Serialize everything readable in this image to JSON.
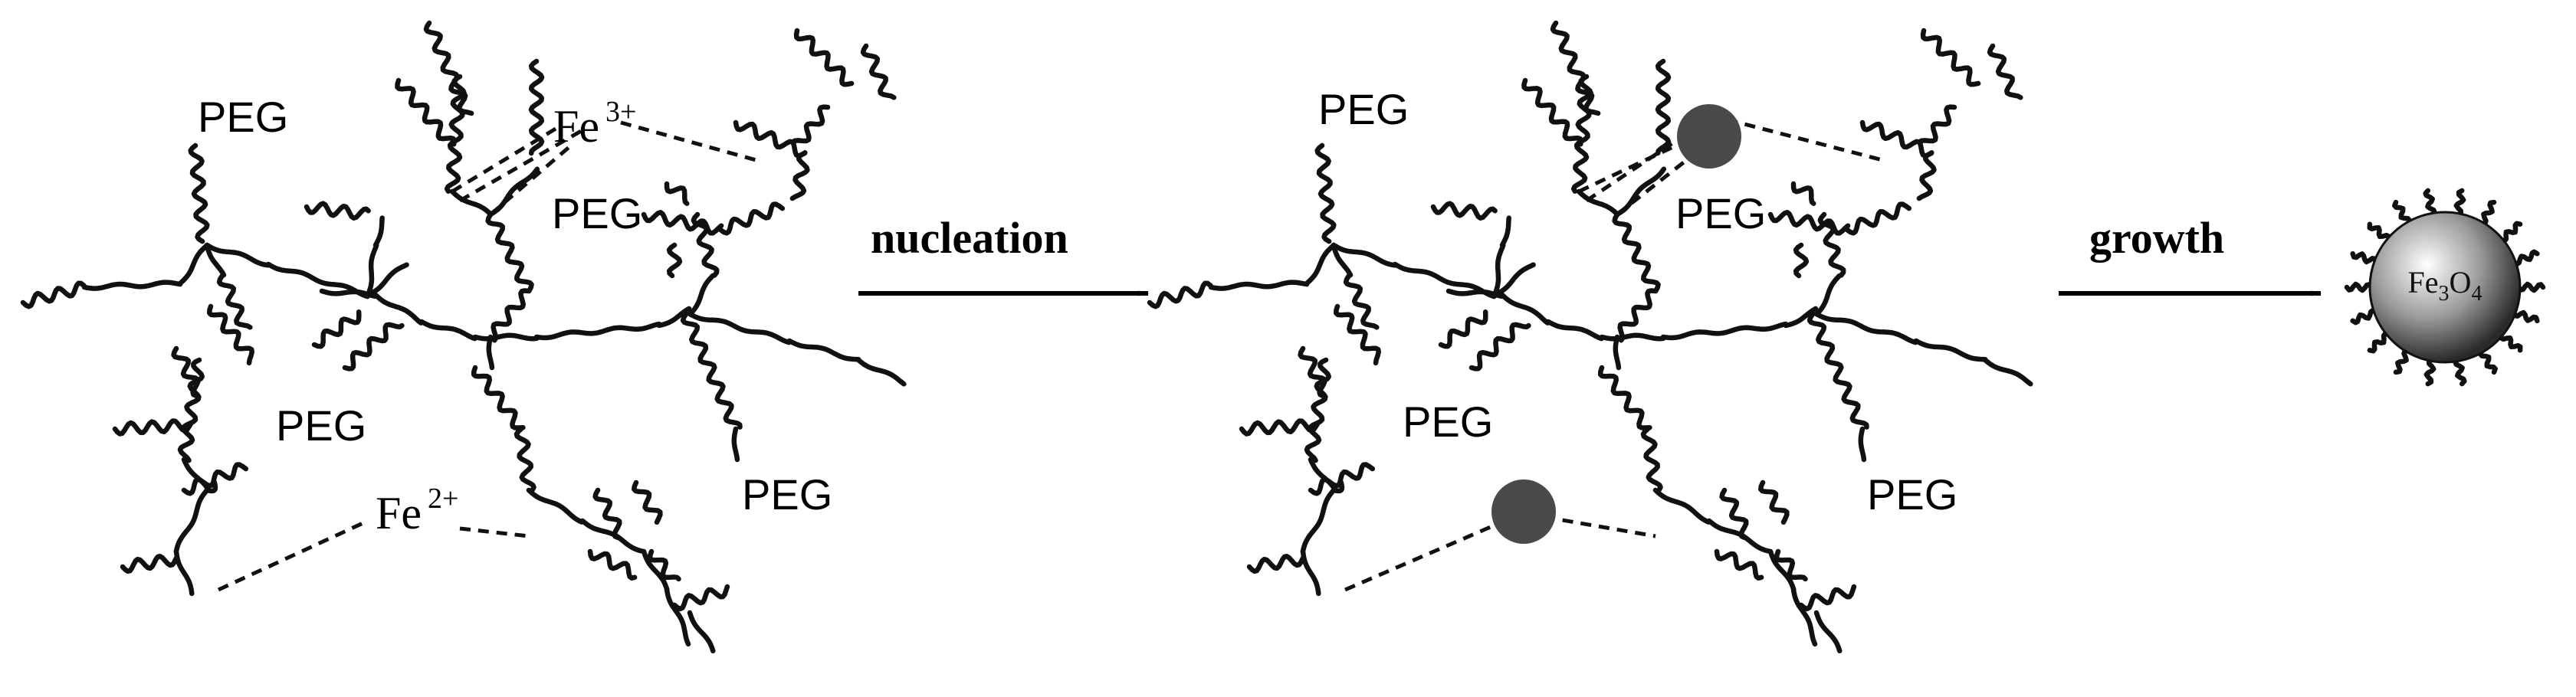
{
  "colors": {
    "background": "#ffffff",
    "ink": "#111111",
    "nucleus": "#4a4a4a",
    "nanoparticle_core": "#8a8a8a"
  },
  "network_1": {
    "peg_labels": [
      "PEG",
      "PEG",
      "PEG",
      "PEG"
    ],
    "ion_fe3": {
      "element": "Fe",
      "charge": "3+"
    },
    "ion_fe2": {
      "element": "Fe",
      "charge": "2+"
    }
  },
  "step_nucleation": {
    "label": "nucleation"
  },
  "network_2": {
    "peg_labels": [
      "PEG",
      "PEG",
      "PEG",
      "PEG"
    ],
    "nuclei_count": 2
  },
  "step_growth": {
    "label": "growth"
  },
  "nanoparticle": {
    "formula": {
      "fe": "Fe",
      "fe_sub": "3",
      "o": "O",
      "o_sub": "4"
    }
  }
}
